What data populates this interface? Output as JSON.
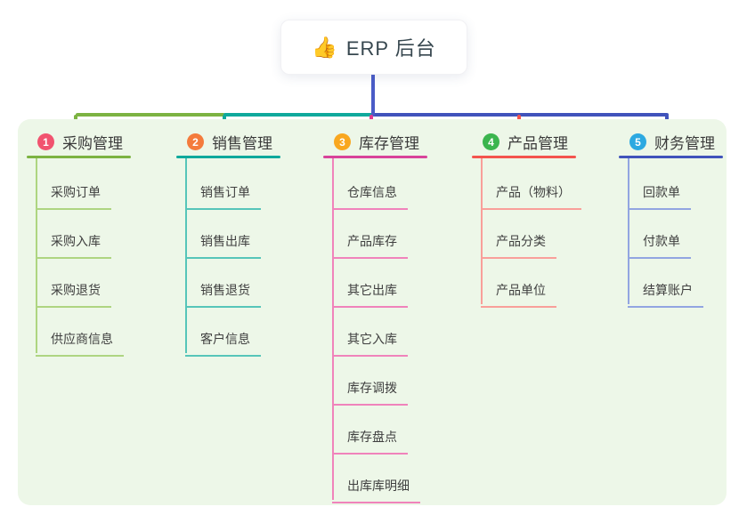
{
  "root": {
    "icon": "👍",
    "label": "ERP 后台"
  },
  "branches": [
    {
      "num": "1",
      "label": "采购管理",
      "color": "#7cb342",
      "light_color": "#aed581",
      "badge_color": "#f1536f",
      "items": [
        "采购订单",
        "采购入库",
        "采购退货",
        "供应商信息"
      ]
    },
    {
      "num": "2",
      "label": "销售管理",
      "color": "#0fa99c",
      "light_color": "#56c5b9",
      "badge_color": "#f47b3c",
      "items": [
        "销售订单",
        "销售出库",
        "销售退货",
        "客户信息"
      ]
    },
    {
      "num": "3",
      "label": "库存管理",
      "color": "#d8439a",
      "light_color": "#f083bb",
      "badge_color": "#f9a71f",
      "items": [
        "仓库信息",
        "产品库存",
        "其它出库",
        "其它入库",
        "库存调拨",
        "库存盘点",
        "出库库明细"
      ]
    },
    {
      "num": "4",
      "label": "产品管理",
      "color": "#f4544e",
      "light_color": "#f99f9a",
      "badge_color": "#3bb54e",
      "items": [
        "产品（物料）",
        "产品分类",
        "产品单位"
      ]
    },
    {
      "num": "5",
      "label": "财务管理",
      "color": "#4053bb",
      "light_color": "#92a5e1",
      "badge_color": "#2ca9e1",
      "items": [
        "回款单",
        "付款单",
        "结算账户"
      ]
    }
  ],
  "colors": {
    "panel_background": "#edf7e8",
    "root_connector": "#4a5cc7",
    "text": "#3a3a3a"
  }
}
